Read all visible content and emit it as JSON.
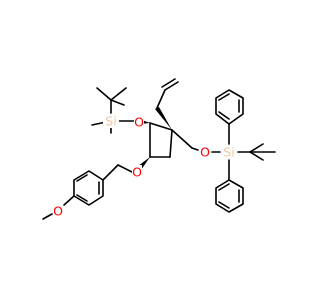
{
  "molecule": {
    "atom_labels": {
      "si_top": "Si",
      "o_top": "O",
      "o_left": "O",
      "o_right": "O",
      "si_right": "Si",
      "o_methoxy": "O"
    },
    "colors": {
      "carbon_bond": "#000000",
      "oxygen": "#ff0000",
      "silicon": "#f0c8a0"
    }
  }
}
